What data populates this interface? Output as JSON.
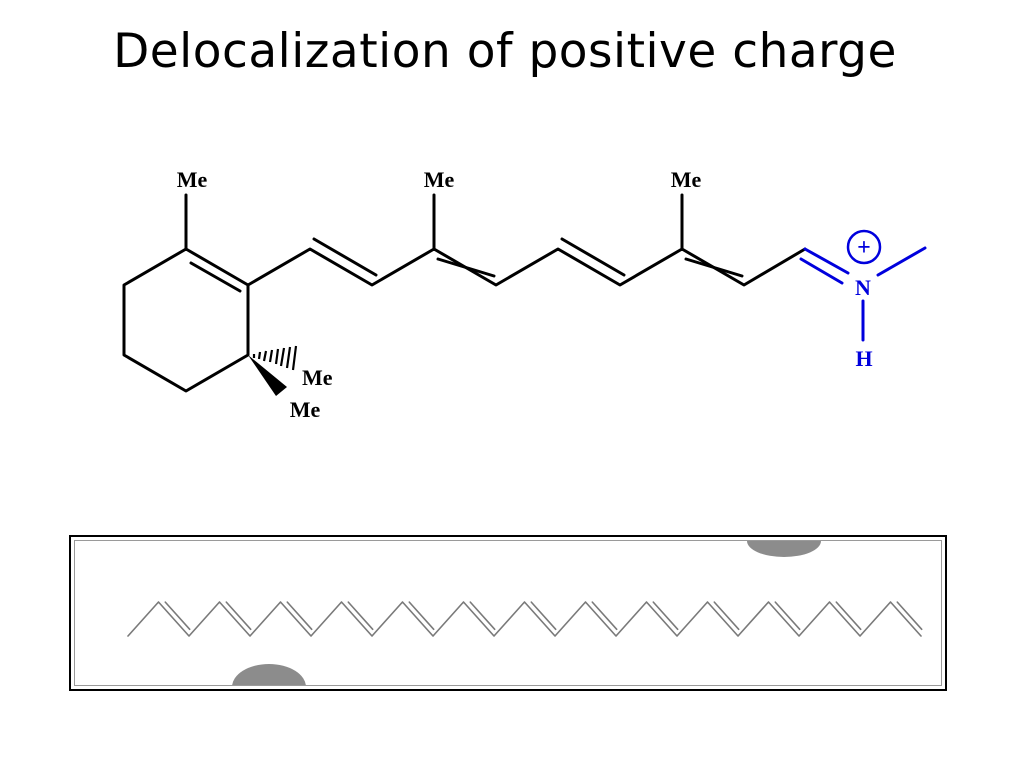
{
  "slide": {
    "title": "Delocalization of positive charge"
  },
  "molecule": {
    "labels": {
      "me_ring": "Me",
      "me_chain_1": "Me",
      "me_chain_2": "Me",
      "me_gem_hash": "Me",
      "me_gem_wedge": "Me",
      "nitrogen": "N",
      "hydrogen": "H",
      "charge": "+"
    },
    "colors": {
      "skeleton": "#000000",
      "iminium": "#0000dd"
    }
  },
  "polyene_panel": {
    "colors": {
      "chain": "#7a7a7a",
      "lobes": "#8c8c8c",
      "border": "#000000"
    }
  }
}
